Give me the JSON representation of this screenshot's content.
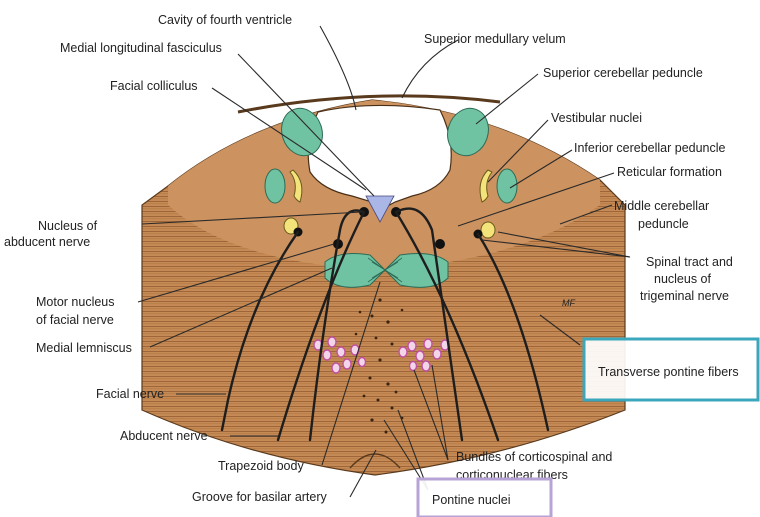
{
  "labels": {
    "cavity_fourth_ventricle": "Cavity of fourth ventricle",
    "medial_longitudinal_fasciculus": "Medial longitudinal fasciculus",
    "facial_colliculus": "Facial colliculus",
    "superior_medullary_velum": "Superior medullary velum",
    "superior_cerebellar_peduncle": "Superior cerebellar peduncle",
    "vestibular_nuclei": "Vestibular nuclei",
    "inferior_cerebellar_peduncle": "Inferior cerebellar peduncle",
    "reticular_formation": "Reticular formation",
    "middle_cerebellar_peduncle_1": "Middle cerebellar",
    "middle_cerebellar_peduncle_2": "peduncle",
    "nucleus_abducent_1": "Nucleus of",
    "nucleus_abducent_2": "abducent nerve",
    "spinal_tract_1": "Spinal tract and",
    "spinal_tract_2": "nucleus of",
    "spinal_tract_3": "trigeminal nerve",
    "motor_nucleus_1": "Motor nucleus",
    "motor_nucleus_2": "of facial nerve",
    "medial_lemniscus": "Medial lemniscus",
    "transverse_pontine_fibers": "Transverse pontine fibers",
    "facial_nerve": "Facial nerve",
    "abducent_nerve": "Abducent nerve",
    "trapezoid_body": "Trapezoid body",
    "groove_basilar_artery": "Groove for basilar artery",
    "bundles_1": "Bundles of corticospinal and",
    "bundles_2": "corticonuclear fibers",
    "pontine_nuclei": "Pontine nuclei",
    "signature": "MF"
  },
  "colors": {
    "tissue": "#c98d57",
    "tissue_dark": "#a46a3d",
    "nucleus_green": "#6fc3a3",
    "nucleus_yellow": "#f3e37a",
    "velum_blue": "#a9b6e6",
    "fiber_bundle": "#c0509f",
    "highlight_teal": "#3aa7bd",
    "highlight_lavender": "#b7a3d6"
  }
}
